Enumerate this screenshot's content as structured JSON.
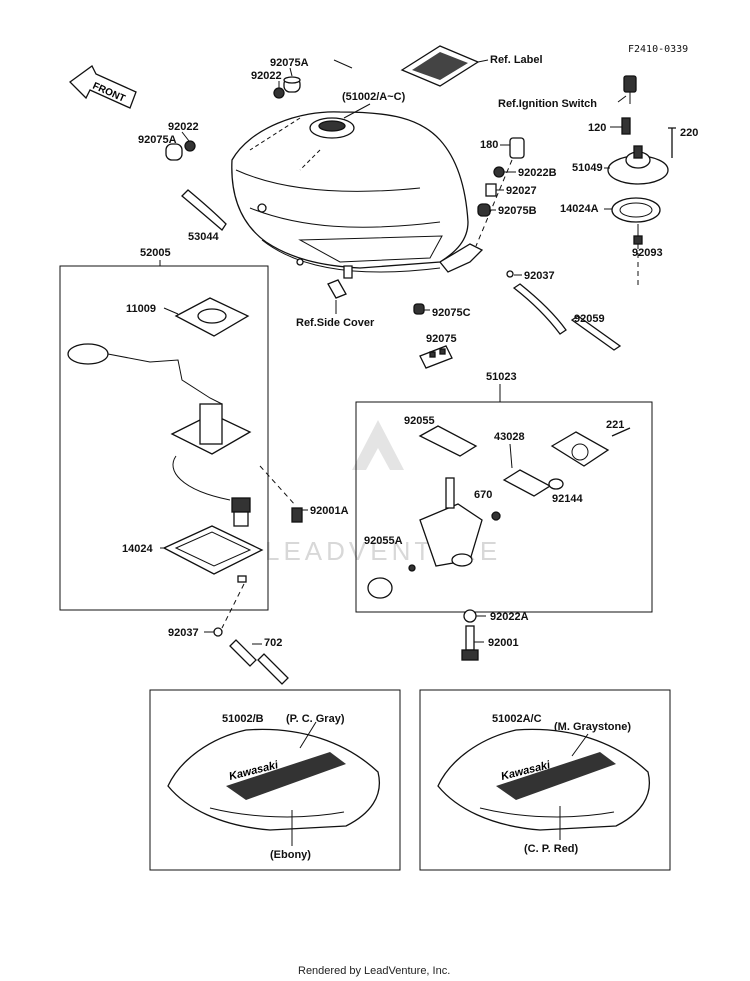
{
  "figure_id": "F2410-0339",
  "footer": "Rendered by LeadVenture, Inc.",
  "watermark": "LEADVENTURE",
  "labels": {
    "front": "FRONT",
    "p92075A_top": "92075A",
    "p92022_top": "92022",
    "ref_label": "Ref. Label",
    "p51002_main": "(51002/A~C)",
    "ref_ignition": "Ref.Ignition Switch",
    "p92022_left": "92022",
    "p92075A_left": "92075A",
    "p180": "180",
    "p120": "120",
    "p220": "220",
    "p92022B": "92022B",
    "p51049": "51049",
    "p92027": "92027",
    "p92075B": "92075B",
    "p14024A": "14024A",
    "p53044": "53044",
    "p92093": "92093",
    "p52005": "52005",
    "p92037_right": "92037",
    "p11009": "11009",
    "ref_side_cover": "Ref.Side Cover",
    "p92075C": "92075C",
    "p92059": "92059",
    "p92075": "92075",
    "p51023": "51023",
    "p92055": "92055",
    "p43028": "43028",
    "p221": "221",
    "p670": "670",
    "p92144": "92144",
    "p92001A": "92001A",
    "p92055A": "92055A",
    "p14024": "14024",
    "p92022A": "92022A",
    "p92037_left": "92037",
    "p702": "702",
    "p92001": "92001",
    "p51002B": "51002/B",
    "pc_gray": "(P. C. Gray)",
    "ebony": "(Ebony)",
    "p51002AC": "51002A/C",
    "m_graystone": "(M. Graystone)",
    "cp_red": "(C. P. Red)",
    "kawasaki_1": "Kawasaki",
    "kawasaki_2": "Kawasaki"
  }
}
